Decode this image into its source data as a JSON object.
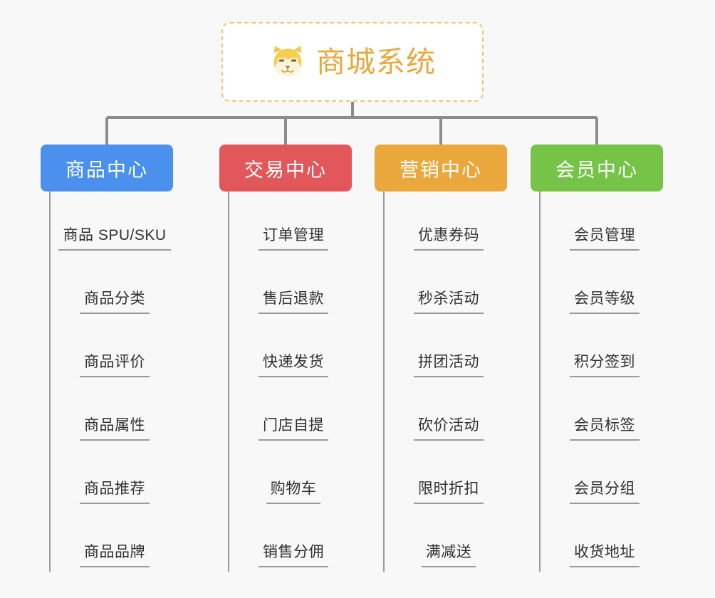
{
  "diagram": {
    "type": "org-chart",
    "background_color": "#f8f8f8",
    "root": {
      "title": "商城系统",
      "icon": "shiba-dog-face-icon",
      "title_color": "#e8a93c",
      "border_color": "#f0c674",
      "background_color": "#ffffff"
    },
    "connector_color": "#8c8c8c",
    "categories": [
      {
        "label": "商品中心",
        "color": "#4a90ec",
        "items": [
          {
            "label": "商品 SPU/SKU"
          },
          {
            "label": "商品分类"
          },
          {
            "label": "商品评价"
          },
          {
            "label": "商品属性"
          },
          {
            "label": "商品推荐"
          },
          {
            "label": "商品品牌"
          }
        ]
      },
      {
        "label": "交易中心",
        "color": "#e1575a",
        "items": [
          {
            "label": "订单管理"
          },
          {
            "label": "售后退款"
          },
          {
            "label": "快递发货"
          },
          {
            "label": "门店自提"
          },
          {
            "label": "购物车"
          },
          {
            "label": "销售分佣"
          }
        ]
      },
      {
        "label": "营销中心",
        "color": "#eaa73c",
        "items": [
          {
            "label": "优惠券码"
          },
          {
            "label": "秒杀活动"
          },
          {
            "label": "拼团活动"
          },
          {
            "label": "砍价活动"
          },
          {
            "label": "限时折扣"
          },
          {
            "label": "满减送"
          }
        ]
      },
      {
        "label": "会员中心",
        "color": "#76c447",
        "items": [
          {
            "label": "会员管理"
          },
          {
            "label": "会员等级"
          },
          {
            "label": "积分签到"
          },
          {
            "label": "会员标签"
          },
          {
            "label": "会员分组"
          },
          {
            "label": "收货地址"
          }
        ]
      }
    ]
  }
}
